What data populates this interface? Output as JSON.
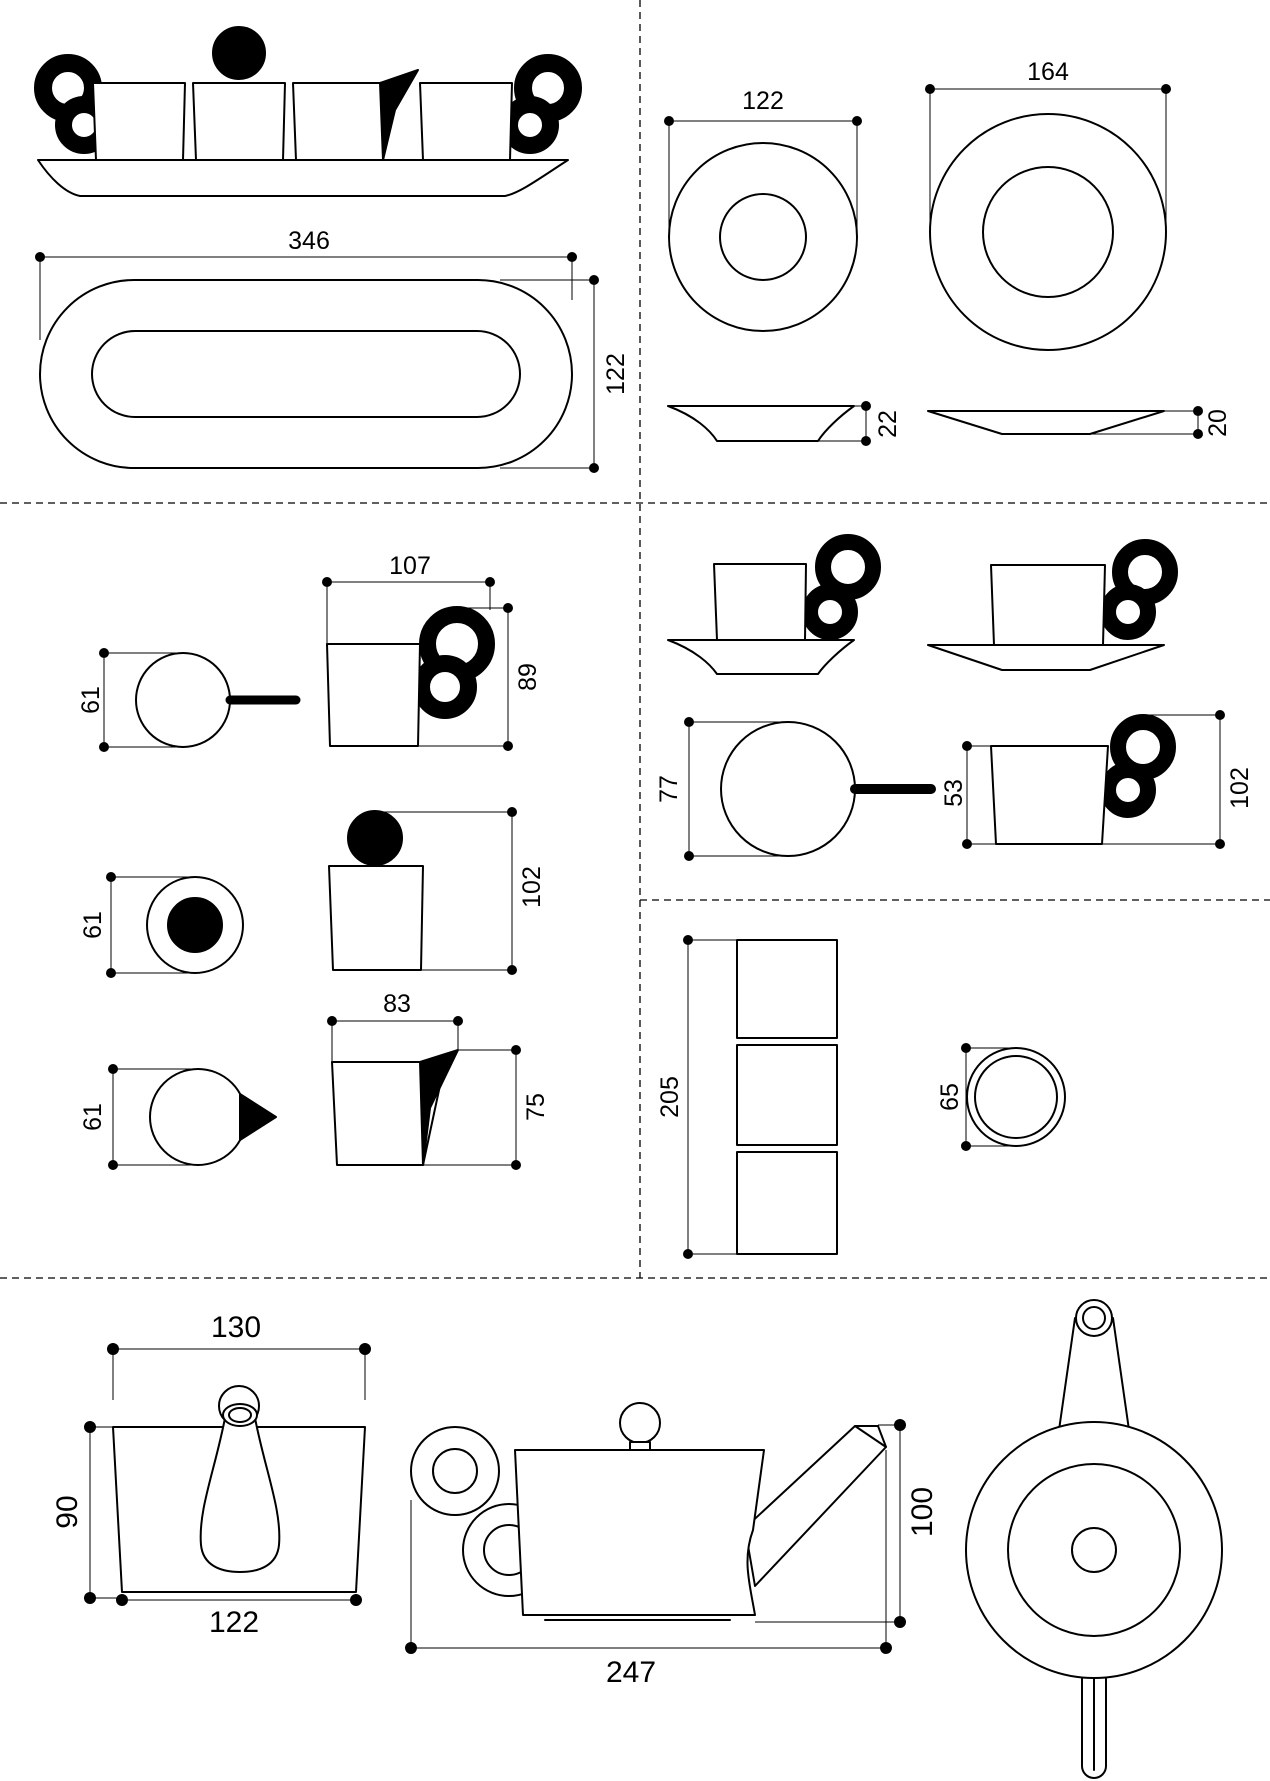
{
  "dimensions": {
    "tray_length": "346",
    "tray_width": "122",
    "small_plate_diameter": "122",
    "large_plate_diameter": "164",
    "small_plate_height": "22",
    "large_plate_height": "20",
    "cup_width": "107",
    "cup_top_diameter": "61",
    "cup_height": "89",
    "sugar_top_diameter": "61",
    "sugar_height": "102",
    "creamer_width": "83",
    "creamer_top_diameter": "61",
    "creamer_height": "75",
    "teacup_top_diameter": "77",
    "teacup_body_height": "53",
    "teacup_height": "102",
    "stack_height": "205",
    "glass_diameter": "65",
    "warmer_top_width": "130",
    "warmer_height": "90",
    "warmer_bottom_width": "122",
    "teapot_height": "100",
    "teapot_length": "247"
  }
}
